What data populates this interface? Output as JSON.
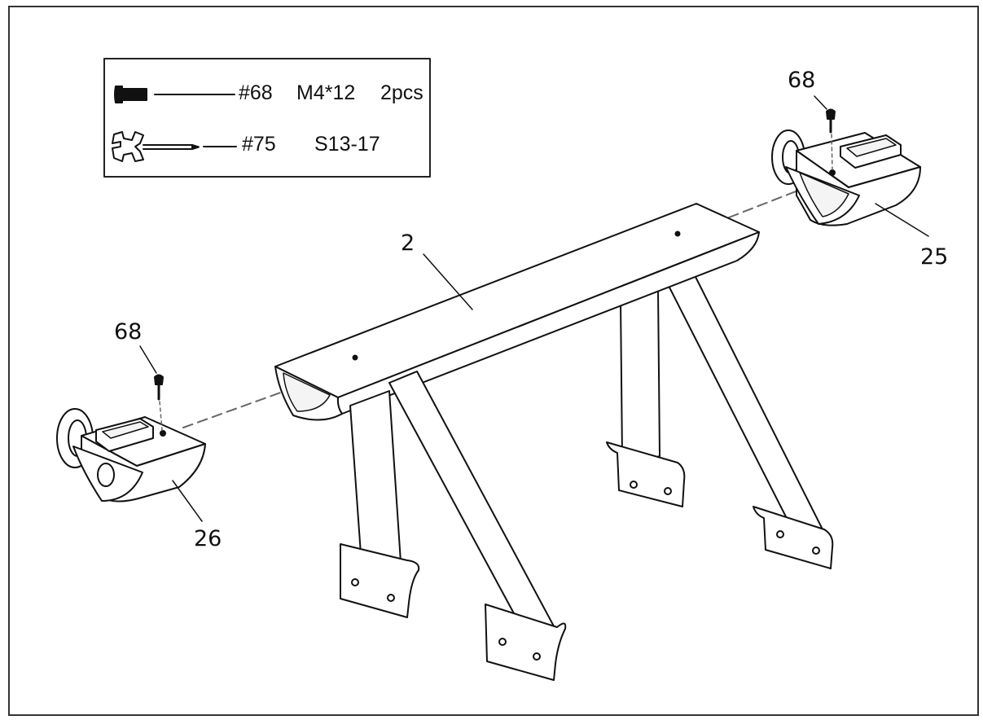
{
  "legend": {
    "screw": {
      "number": "#68",
      "spec": "M4*12",
      "qty": "2pcs"
    },
    "wrench": {
      "number": "#75",
      "spec": "S13-17"
    }
  },
  "parts": {
    "frame": "2",
    "right_wheel": "25",
    "left_wheel": "26",
    "screw_right": "68",
    "screw_left": "68"
  },
  "icons": [
    "screw-icon",
    "wrench-icon"
  ],
  "colors": {
    "line": "#111111",
    "background": "#ffffff",
    "fill": "#ffffff"
  }
}
